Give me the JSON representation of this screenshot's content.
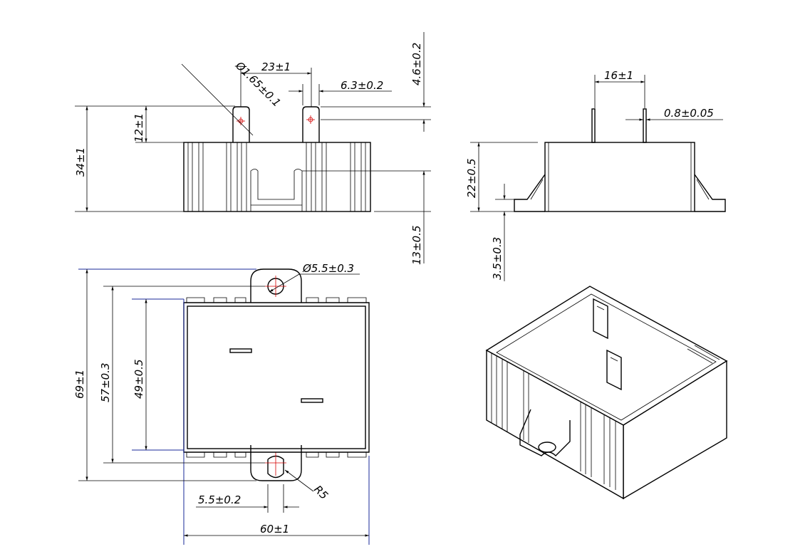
{
  "dimensions": {
    "hole_dia": "Ø1.65±0.1",
    "pin_spacing": "23±1",
    "tab_width": "6.3±0.2",
    "tab_height": "4.6±0.2",
    "pin_length": "12±1",
    "total_height": "34±1",
    "mid_height": "13±0.5",
    "side_pin_spacing": "16±1",
    "pin_thickness": "0.8±0.05",
    "body_height": "22±0.5",
    "flange_height": "3.5±0.3",
    "mount_hole": "Ø5.5±0.3",
    "overall_length": "69±1",
    "hole_spacing": "57±0.3",
    "body_length": "49±0.5",
    "radius": "R5",
    "slot_width": "5.5±0.2",
    "overall_width": "60±1"
  },
  "colors": {
    "dim_line": "#000000",
    "border_line": "#1a2a9a",
    "center_mark": "#d40000"
  }
}
